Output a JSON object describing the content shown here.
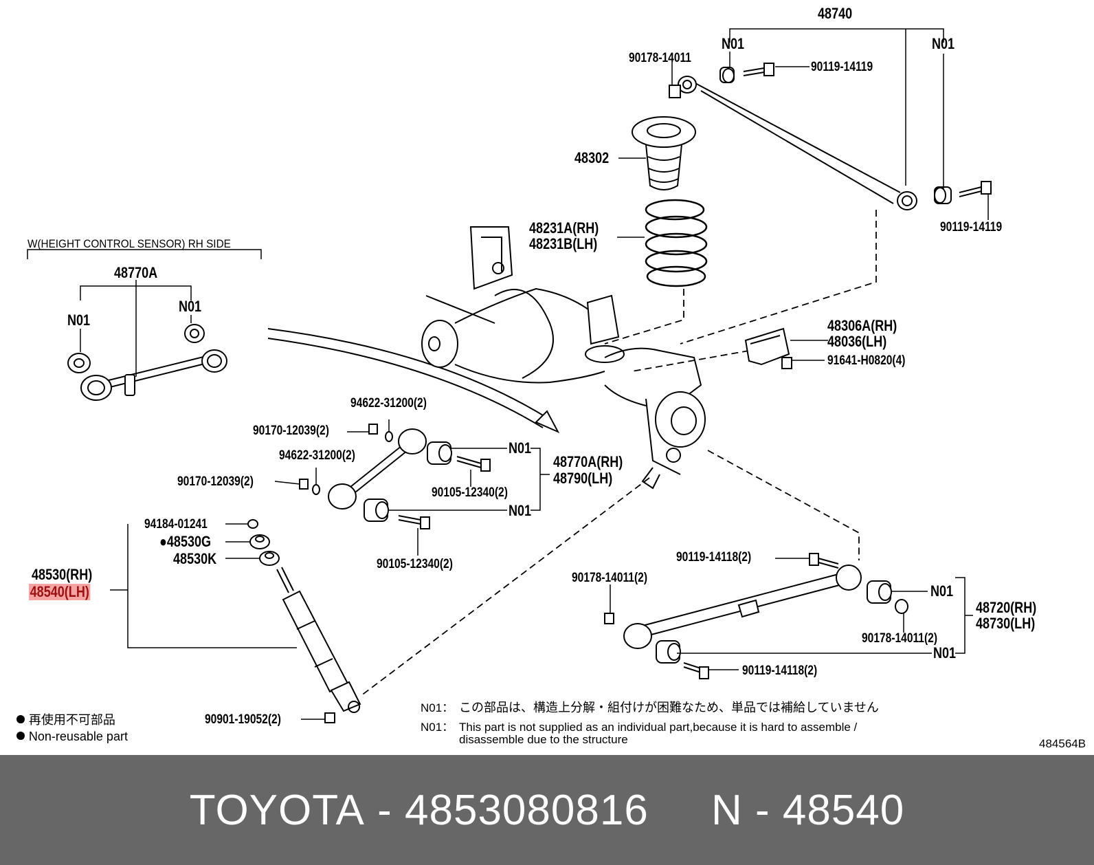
{
  "labels": {
    "p48740": "48740",
    "n01_top_left": "N01",
    "n01_top_right": "N01",
    "p90178_14011_top": "90178-14011",
    "p90119_14119_top": "90119-14119",
    "p90119_14119_right": "90119-14119",
    "p48302": "48302",
    "p48231a": "48231A(RH)",
    "p48231b": "48231B(LH)",
    "w_section": "W(HEIGHT CONTROL SENSOR) RH SIDE",
    "p48770a_inset": "48770A",
    "n01_inset_left": "N01",
    "n01_inset_right": "N01",
    "p48306a": "48306A(RH)",
    "p48036": "48036(LH)",
    "p91641": "91641-H0820(4)",
    "p94622_a": "94622-31200(2)",
    "p90170_a": "90170-12039(2)",
    "n01_mid_top": "N01",
    "p94622_b": "94622-31200(2)",
    "p48770a_rh": "48770A(RH)",
    "p48790": "48790(LH)",
    "p90170_b": "90170-12039(2)",
    "p90105_a": "90105-12340(2)",
    "n01_mid_bottom": "N01",
    "p94184": "94184-01241",
    "p48530g": "●48530G",
    "p48530k": "48530K",
    "p48530rh": "48530(RH)",
    "p48540lh": "48540(LH)",
    "p90105_b": "90105-12340(2)",
    "p90119_14118_a": "90119-14118(2)",
    "p90178_14011_b": "90178-14011(2)",
    "n01_low_top": "N01",
    "p48720": "48720(RH)",
    "p48730": "48730(LH)",
    "p90178_14011_c": "90178-14011(2)",
    "n01_low_bottom": "N01",
    "p90119_14118_b": "90119-14118(2)",
    "p90901": "90901-19052(2)",
    "code": "484564B"
  },
  "notes": {
    "n01_label_jp": "N01：",
    "n01_jp": "この部品は、構造上分解・組付けが困難なため、単品では補給していません",
    "n01_label_en": "N01：",
    "n01_en_1": "This part is not supplied as an individual part,because it is hard to assemble /",
    "n01_en_2": "disassemble due to the structure"
  },
  "legend": {
    "jp": "● 再使用不可部品",
    "en": "● Non-reusable part"
  },
  "footer": {
    "brand": "TOYOTA",
    "sep1": " - ",
    "part_number": "4853080816",
    "gap": "     ",
    "ref_prefix": "N",
    "sep2": " - ",
    "ref_number": "48540"
  },
  "colors": {
    "footer_bg": "#676767",
    "highlight_bg": "#f6a3a3",
    "highlight_text": "#9b1111"
  }
}
